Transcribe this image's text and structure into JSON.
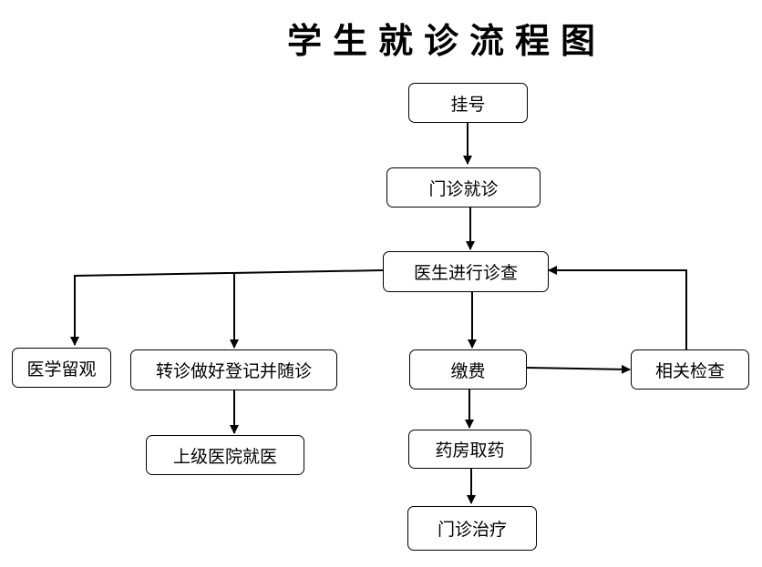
{
  "title": "学生就诊流程图",
  "nodes": {
    "register": "挂号",
    "outpatient_visit": "门诊就诊",
    "doctor_exam": "医生进行诊查",
    "observation": "医学留观",
    "transfer": "转诊做好登记并随诊",
    "payment": "缴费",
    "related_tests": "相关检查",
    "higher_hospital": "上级医院就医",
    "pharmacy": "药房取药",
    "outpatient_treatment": "门诊治疗"
  },
  "edges": [
    [
      "register",
      "outpatient_visit"
    ],
    [
      "outpatient_visit",
      "doctor_exam"
    ],
    [
      "doctor_exam",
      "observation"
    ],
    [
      "doctor_exam",
      "transfer"
    ],
    [
      "doctor_exam",
      "payment"
    ],
    [
      "payment",
      "related_tests"
    ],
    [
      "related_tests",
      "doctor_exam"
    ],
    [
      "transfer",
      "higher_hospital"
    ],
    [
      "payment",
      "pharmacy"
    ],
    [
      "pharmacy",
      "outpatient_treatment"
    ]
  ]
}
